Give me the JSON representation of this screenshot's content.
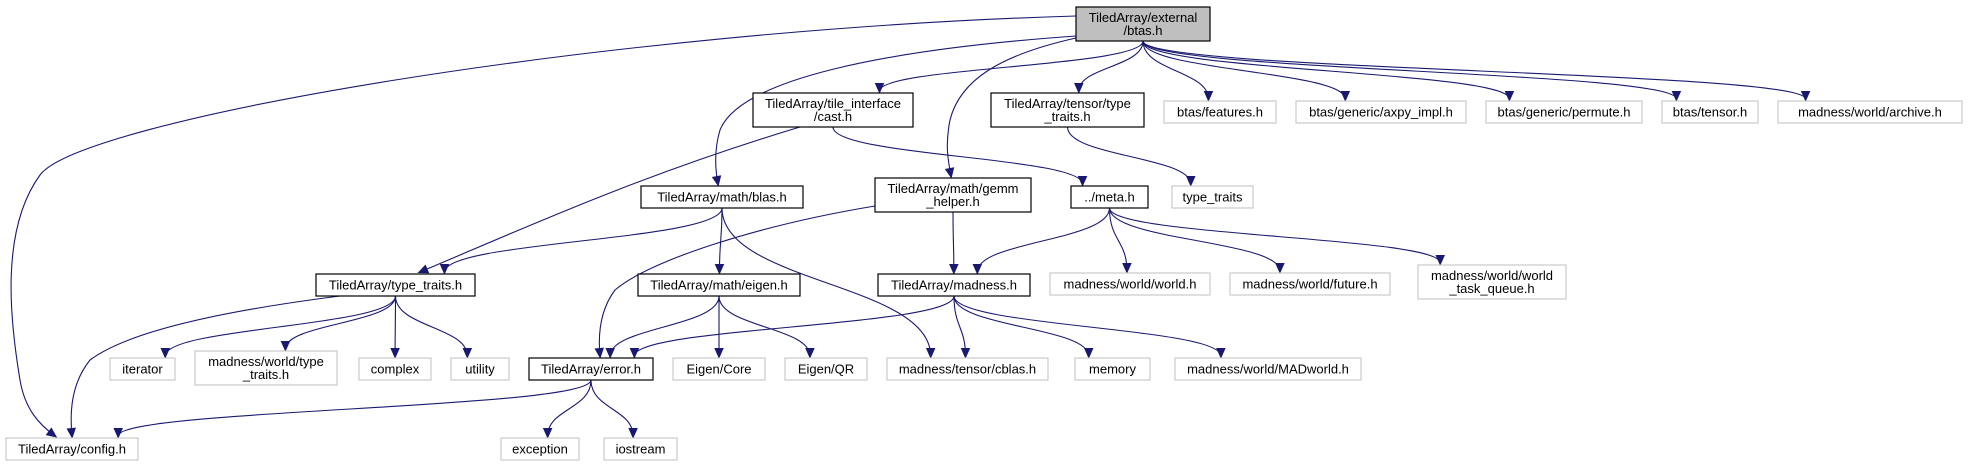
{
  "nodes": {
    "root": {
      "lines": [
        "TiledArray/external",
        "/btas.h"
      ],
      "kind": "root"
    },
    "tile_cast": {
      "lines": [
        "TiledArray/tile_interface",
        "/cast.h"
      ],
      "kind": "inner"
    },
    "tensor_type_traits": {
      "lines": [
        "TiledArray/tensor/type",
        "_traits.h"
      ],
      "kind": "inner"
    },
    "btas_features": {
      "lines": [
        "btas/features.h"
      ],
      "kind": "leaf"
    },
    "btas_axpy": {
      "lines": [
        "btas/generic/axpy_impl.h"
      ],
      "kind": "leaf"
    },
    "btas_permute": {
      "lines": [
        "btas/generic/permute.h"
      ],
      "kind": "leaf"
    },
    "btas_tensor": {
      "lines": [
        "btas/tensor.h"
      ],
      "kind": "leaf"
    },
    "madness_archive": {
      "lines": [
        "madness/world/archive.h"
      ],
      "kind": "leaf"
    },
    "math_blas": {
      "lines": [
        "TiledArray/math/blas.h"
      ],
      "kind": "inner"
    },
    "gemm_helper": {
      "lines": [
        "TiledArray/math/gemm",
        "_helper.h"
      ],
      "kind": "inner"
    },
    "meta": {
      "lines": [
        "../meta.h"
      ],
      "kind": "inner"
    },
    "type_traits_std": {
      "lines": [
        "type_traits"
      ],
      "kind": "leaf"
    },
    "ta_type_traits": {
      "lines": [
        "TiledArray/type_traits.h"
      ],
      "kind": "inner"
    },
    "math_eigen": {
      "lines": [
        "TiledArray/math/eigen.h"
      ],
      "kind": "inner"
    },
    "ta_madness": {
      "lines": [
        "TiledArray/madness.h"
      ],
      "kind": "inner"
    },
    "mw_world": {
      "lines": [
        "madness/world/world.h"
      ],
      "kind": "leaf"
    },
    "mw_future": {
      "lines": [
        "madness/world/future.h"
      ],
      "kind": "leaf"
    },
    "mw_task_queue": {
      "lines": [
        "madness/world/world",
        "_task_queue.h"
      ],
      "kind": "leaf"
    },
    "iterator": {
      "lines": [
        "iterator"
      ],
      "kind": "leaf"
    },
    "mw_type_traits": {
      "lines": [
        "madness/world/type",
        "_traits.h"
      ],
      "kind": "leaf"
    },
    "complex": {
      "lines": [
        "complex"
      ],
      "kind": "leaf"
    },
    "utility": {
      "lines": [
        "utility"
      ],
      "kind": "leaf"
    },
    "ta_error": {
      "lines": [
        "TiledArray/error.h"
      ],
      "kind": "inner"
    },
    "eigen_core": {
      "lines": [
        "Eigen/Core"
      ],
      "kind": "leaf"
    },
    "eigen_qr": {
      "lines": [
        "Eigen/QR"
      ],
      "kind": "leaf"
    },
    "mt_cblas": {
      "lines": [
        "madness/tensor/cblas.h"
      ],
      "kind": "leaf"
    },
    "memory": {
      "lines": [
        "memory"
      ],
      "kind": "leaf"
    },
    "mw_madworld": {
      "lines": [
        "madness/world/MADworld.h"
      ],
      "kind": "leaf"
    },
    "ta_config": {
      "lines": [
        "TiledArray/config.h"
      ],
      "kind": "leaf"
    },
    "exception": {
      "lines": [
        "exception"
      ],
      "kind": "leaf"
    },
    "iostream": {
      "lines": [
        "iostream"
      ],
      "kind": "leaf"
    }
  },
  "edges": [
    [
      "root",
      "ta_config"
    ],
    [
      "root",
      "tile_cast"
    ],
    [
      "root",
      "math_blas"
    ],
    [
      "root",
      "gemm_helper"
    ],
    [
      "root",
      "tensor_type_traits"
    ],
    [
      "root",
      "btas_features"
    ],
    [
      "root",
      "btas_axpy"
    ],
    [
      "root",
      "btas_permute"
    ],
    [
      "root",
      "btas_tensor"
    ],
    [
      "root",
      "madness_archive"
    ],
    [
      "tile_cast",
      "ta_type_traits"
    ],
    [
      "tile_cast",
      "meta"
    ],
    [
      "tensor_type_traits",
      "type_traits_std"
    ],
    [
      "math_blas",
      "ta_type_traits"
    ],
    [
      "math_blas",
      "math_eigen"
    ],
    [
      "math_blas",
      "mt_cblas"
    ],
    [
      "gemm_helper",
      "ta_error"
    ],
    [
      "gemm_helper",
      "ta_madness"
    ],
    [
      "meta",
      "ta_madness"
    ],
    [
      "meta",
      "mw_world"
    ],
    [
      "meta",
      "mw_future"
    ],
    [
      "meta",
      "mw_task_queue"
    ],
    [
      "ta_type_traits",
      "ta_config"
    ],
    [
      "ta_type_traits",
      "iterator"
    ],
    [
      "ta_type_traits",
      "mw_type_traits"
    ],
    [
      "ta_type_traits",
      "complex"
    ],
    [
      "ta_type_traits",
      "utility"
    ],
    [
      "math_eigen",
      "ta_error"
    ],
    [
      "math_eigen",
      "eigen_core"
    ],
    [
      "math_eigen",
      "eigen_qr"
    ],
    [
      "ta_madness",
      "ta_error"
    ],
    [
      "ta_madness",
      "mt_cblas"
    ],
    [
      "ta_madness",
      "memory"
    ],
    [
      "ta_madness",
      "mw_madworld"
    ],
    [
      "ta_error",
      "ta_config"
    ],
    [
      "ta_error",
      "exception"
    ],
    [
      "ta_error",
      "iostream"
    ]
  ]
}
